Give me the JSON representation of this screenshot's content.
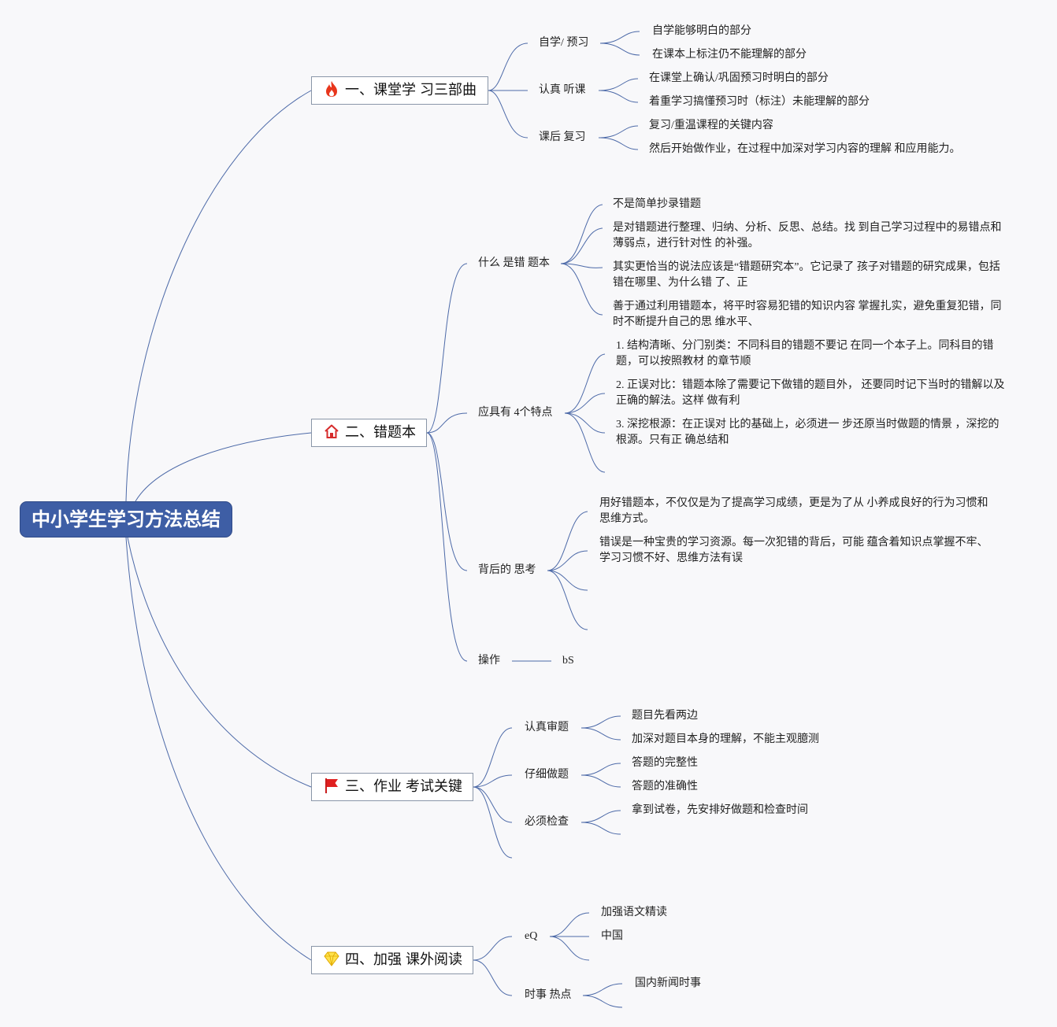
{
  "root": "中小学生学习方法总结",
  "colors": {
    "root_bg": "#3e5ea5",
    "line": "#4d6aa8",
    "branch_border": "#8a96a8"
  },
  "branches": [
    {
      "label": "一、课堂学 习三部曲",
      "icon": "fire-icon",
      "subs": [
        {
          "label": "自学/ 预习",
          "leaves": [
            "自学能够明白的部分",
            "在课本上标注仍不能理解的部分"
          ]
        },
        {
          "label": "认真 听课",
          "leaves": [
            "在课堂上确认/巩固预习时明白的部分",
            "着重学习搞懂预习时（标注）未能理解的部分"
          ]
        },
        {
          "label": "课后 复习",
          "leaves": [
            "复习/重温课程的关键内容",
            "然后开始做作业，在过程中加深对学习内容的理解 和应用能力。"
          ]
        }
      ]
    },
    {
      "label": "二、错题本",
      "icon": "home-icon",
      "subs": [
        {
          "label": "什么 是错 题本",
          "leaves": [
            "不是简单抄录错题",
            "是对错题进行整理、归纳、分析、反思、总结。找 到自己学习过程中的易错点和薄弱点，进行针对性 的补强。",
            "其实更恰当的说法应该是“错题研究本”。它记录了 孩子对错题的研究成果，包括错在哪里、为什么错 了、正",
            "善于通过利用错题本，将平时容易犯错的知识内容 掌握扎实，避免重复犯错，同时不断提升自己的思 维水平、"
          ]
        },
        {
          "label": "应具有 4个特点",
          "leaves": [
            "1. 结构清晰、分门别类：不同科目的错题不要记 在同一个本子上。同科目的错题，可以按照教材 的章节顺",
            "2. 正误对比：错题本除了需要记下做错的题目外， 还要同时记下当时的错解以及正确的解法。这样 做有利",
            "3. 深挖根源：在正误对 比的基础上，必须进一 步还原当时做题的情景 ，深挖的根源。只有正 确总结和"
          ]
        },
        {
          "label": "背后的 思考",
          "leaves": [
            "用好错题本，不仅仅是为了提高学习成绩，更是为了从 小养成良好的行为习惯和思维方式。",
            "错误是一种宝贵的学习资源。每一次犯错的背后，可能 蕴含着知识点掌握不牢、学习习惯不好、思维方法有误"
          ]
        },
        {
          "label": "操作",
          "leaves": [
            "bS"
          ]
        }
      ]
    },
    {
      "label": "三、作业 考试关键",
      "icon": "flag-icon",
      "subs": [
        {
          "label": "认真审题",
          "leaves": [
            "题目先看两边",
            "加深对题目本身的理解，不能主观臆测"
          ]
        },
        {
          "label": "仔细做题",
          "leaves": [
            "答题的完整性",
            "答题的准确性"
          ]
        },
        {
          "label": "必须检查",
          "leaves": [
            "拿到试卷，先安排好做题和检查时间"
          ]
        }
      ]
    },
    {
      "label": "四、加强 课外阅读",
      "icon": "diamond-icon",
      "subs": [
        {
          "label": "eQ",
          "leaves": [
            "加强语文精读",
            "中国"
          ]
        },
        {
          "label": "时事 热点",
          "leaves": [
            "国内新闻时事"
          ]
        }
      ]
    }
  ]
}
